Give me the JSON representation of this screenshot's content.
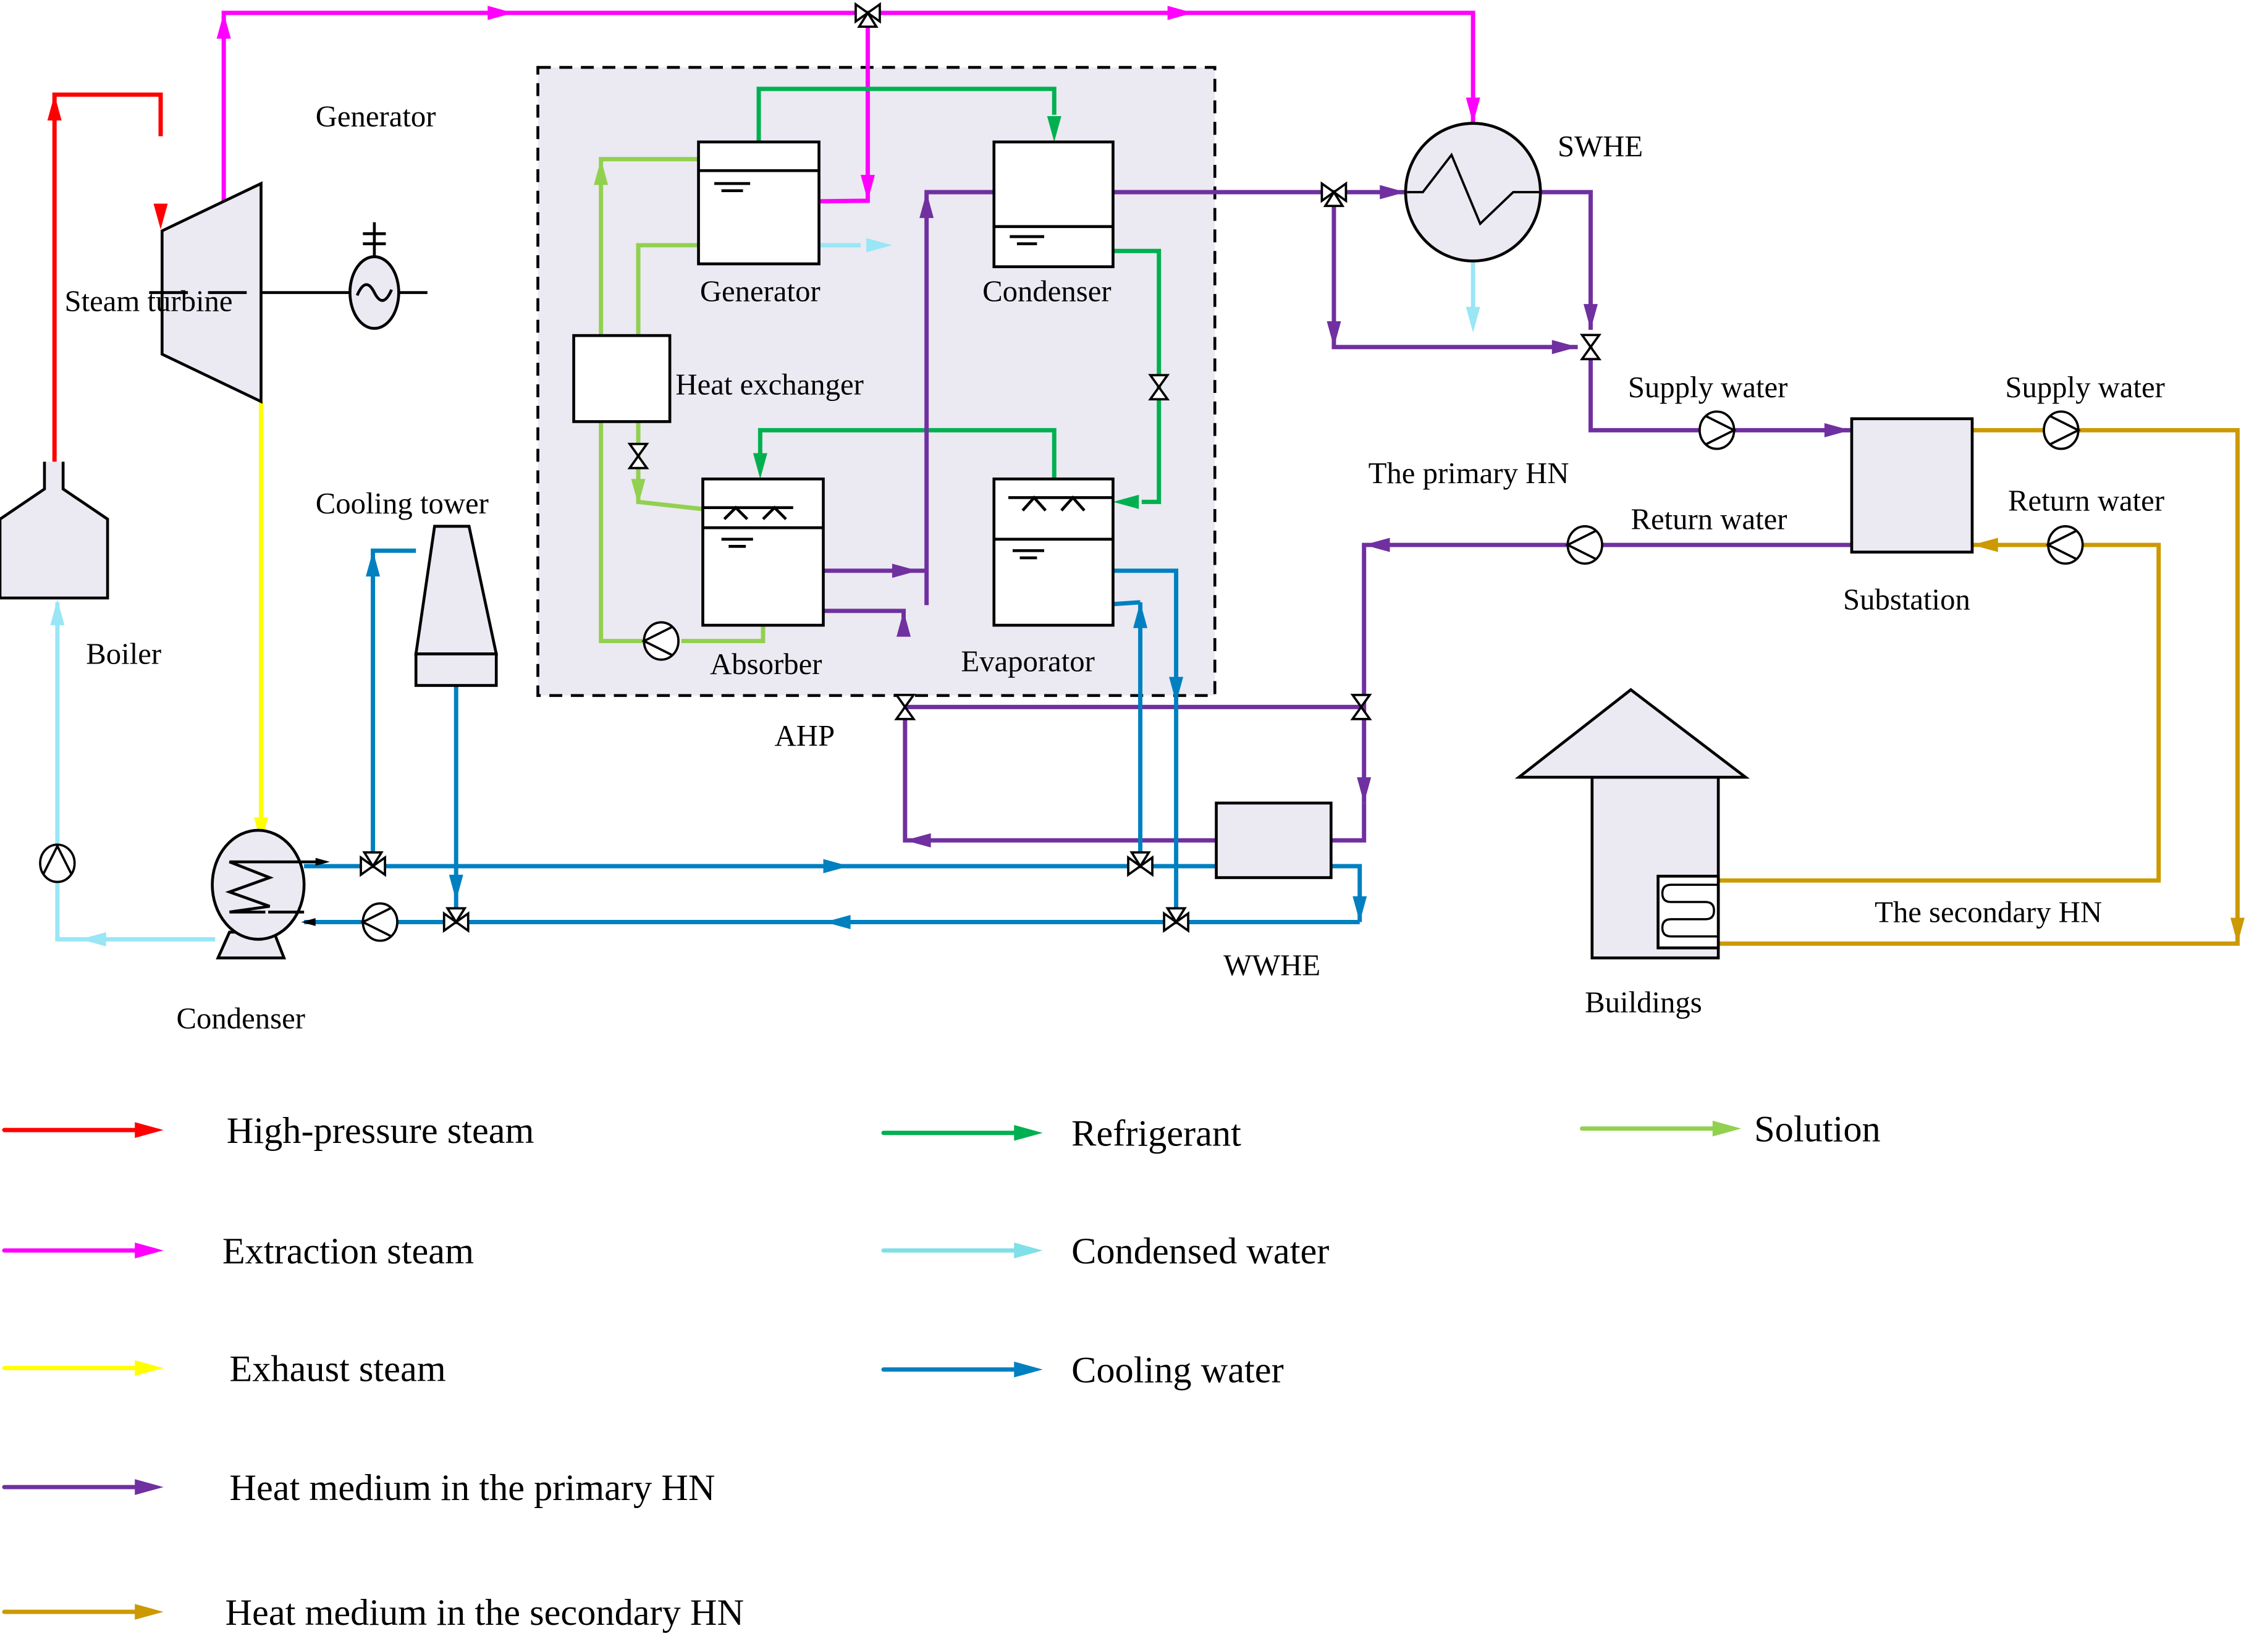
{
  "colors": {
    "high_pressure_steam": "#ff0000",
    "extraction_steam": "#ff00ff",
    "exhaust_steam": "#ffff00",
    "primary_hn": "#7030a0",
    "secondary_hn": "#cc9900",
    "refrigerant": "#00b050",
    "condensed_water": "#99e6f5",
    "cooling_water": "#0080c0",
    "solution": "#92d050",
    "equipment_fill": "#ebe9f1",
    "ahp_fill": "#ebe9f1"
  },
  "labels": {
    "generator_top": "Generator",
    "steam_turbine": "Steam turbine",
    "boiler": "Boiler",
    "cooling_tower": "Cooling tower",
    "condenser_bottom": "Condenser",
    "ahp": "AHP",
    "ahp_generator": "Generator",
    "ahp_condenser": "Condenser",
    "heat_exchanger": "Heat exchanger",
    "absorber": "Absorber",
    "evaporator": "Evaporator",
    "swhe": "SWHE",
    "supply_water_primary": "Supply water",
    "supply_water_secondary": "Supply water",
    "return_water_primary": "Return water",
    "return_water_secondary": "Return water",
    "primary_hn": "The primary HN",
    "substation": "Substation",
    "wwhe": "WWHE",
    "buildings": "Buildings",
    "secondary_hn": "The secondary HN"
  },
  "legend": [
    {
      "label": "High-pressure steam",
      "color": "#ff0000"
    },
    {
      "label": "Extraction steam",
      "color": "#ff00ff"
    },
    {
      "label": "Exhaust steam",
      "color": "#ffff00"
    },
    {
      "label": "Heat medium in the primary HN",
      "color": "#7030a0"
    },
    {
      "label": "Heat medium in the secondary HN",
      "color": "#cc9900"
    },
    {
      "label": "Refrigerant",
      "color": "#00b050"
    },
    {
      "label": "Condensed water",
      "color": "#7fe0e8"
    },
    {
      "label": "Cooling water",
      "color": "#0080c0"
    },
    {
      "label": "Solution",
      "color": "#92d050"
    }
  ]
}
